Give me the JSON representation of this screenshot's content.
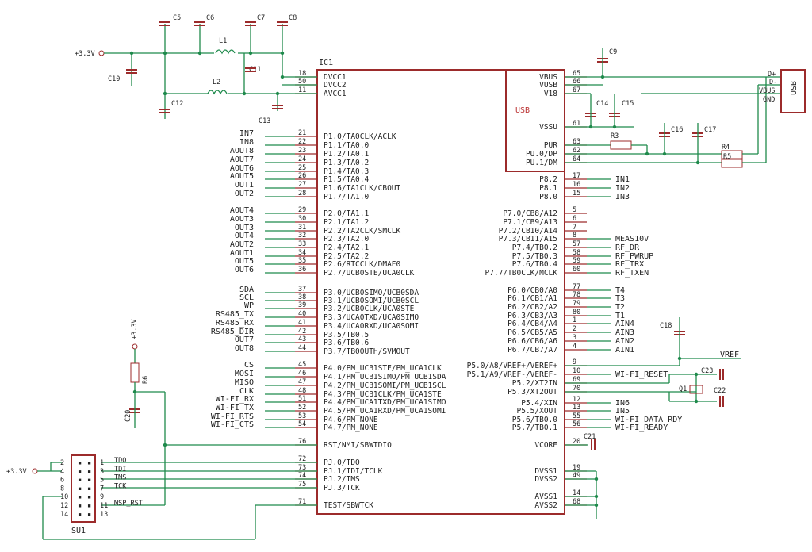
{
  "ic1": {
    "ref": "IC1",
    "usb_block": "USB",
    "left_pins": [
      {
        "pin": "18",
        "name": "DVCC1",
        "net": ""
      },
      {
        "pin": "50",
        "name": "DVCC2",
        "net": ""
      },
      {
        "pin": "11",
        "name": "AVCC1",
        "net": ""
      },
      {
        "pin": "21",
        "name": "P1.0/TA0CLK/ACLK",
        "net": "IN7"
      },
      {
        "pin": "22",
        "name": "P1.1/TA0.0",
        "net": "IN8"
      },
      {
        "pin": "23",
        "name": "P1.2/TA0.1",
        "net": "AOUT8"
      },
      {
        "pin": "24",
        "name": "P1.3/TA0.2",
        "net": "AOUT7"
      },
      {
        "pin": "25",
        "name": "P1.4/TA0.3",
        "net": "AOUT6"
      },
      {
        "pin": "26",
        "name": "P1.5/TA0.4",
        "net": "AOUT5"
      },
      {
        "pin": "27",
        "name": "P1.6/TA1CLK/CBOUT",
        "net": "OUT1"
      },
      {
        "pin": "28",
        "name": "P1.7/TA1.0",
        "net": "OUT2"
      },
      {
        "pin": "29",
        "name": "P2.0/TA1.1",
        "net": "AOUT4"
      },
      {
        "pin": "30",
        "name": "P2.1/TA1.2",
        "net": "AOUT3"
      },
      {
        "pin": "31",
        "name": "P2.2/TA2CLK/SMCLK",
        "net": "OUT3"
      },
      {
        "pin": "32",
        "name": "P2.3/TA2.0",
        "net": "OUT4"
      },
      {
        "pin": "33",
        "name": "P2.4/TA2.1",
        "net": "AOUT2"
      },
      {
        "pin": "34",
        "name": "P2.5/TA2.2",
        "net": "AOUT1"
      },
      {
        "pin": "35",
        "name": "P2.6/RTCCLK/DMAE0",
        "net": "OUT5"
      },
      {
        "pin": "36",
        "name": "P2.7/UCB0STE/UCA0CLK",
        "net": "OUT6"
      },
      {
        "pin": "37",
        "name": "P3.0/UCB0SIMO/UCB0SDA",
        "net": "SDA"
      },
      {
        "pin": "38",
        "name": "P3.1/UCB0SOMI/UCB0SCL",
        "net": "SCL"
      },
      {
        "pin": "39",
        "name": "P3.2/UCB0CLK/UCA0STE",
        "net": "WP"
      },
      {
        "pin": "40",
        "name": "P3.3/UCA0TXD/UCA0SIMO",
        "net": "RS485_TX"
      },
      {
        "pin": "41",
        "name": "P3.4/UCA0RXD/UCA0SOMI",
        "net": "RS485_RX"
      },
      {
        "pin": "42",
        "name": "P3.5/TB0.5",
        "net": "RS485_DIR"
      },
      {
        "pin": "43",
        "name": "P3.6/TB0.6",
        "net": "OUT7"
      },
      {
        "pin": "44",
        "name": "P3.7/TB0OUTH/SVMOUT",
        "net": "OUT8"
      },
      {
        "pin": "45",
        "name": "P4.0/PM_UCB1STE/PM_UCA1CLK",
        "net": "CS"
      },
      {
        "pin": "46",
        "name": "P4.1/PM_UCB1SIMO/PM_UCB1SDA",
        "net": "MOSI"
      },
      {
        "pin": "47",
        "name": "P4.2/PM_UCB1SOMI/PM_UCB1SCL",
        "net": "MISO"
      },
      {
        "pin": "48",
        "name": "P4.3/PM_UCB1CLK/PM_UCA1STE",
        "net": "CLK"
      },
      {
        "pin": "51",
        "name": "P4.4/PM_UCA1TXD/PM_UCA1SIMO",
        "net": "WI-FI_RX"
      },
      {
        "pin": "52",
        "name": "P4.5/PM_UCA1RXD/PM_UCA1SOMI",
        "net": "WI-FI_TX"
      },
      {
        "pin": "53",
        "name": "P4.6/PM_NONE",
        "net": "WI-FI_RTS"
      },
      {
        "pin": "54",
        "name": "P4.7/PM_NONE",
        "net": "WI-FI_CTS"
      },
      {
        "pin": "76",
        "name": "RST/NMI/SBWTDIO",
        "net": ""
      },
      {
        "pin": "72",
        "name": "PJ.0/TDO",
        "net": ""
      },
      {
        "pin": "73",
        "name": "PJ.1/TDI/TCLK",
        "net": ""
      },
      {
        "pin": "74",
        "name": "PJ.2/TMS",
        "net": ""
      },
      {
        "pin": "75",
        "name": "PJ.3/TCK",
        "net": ""
      },
      {
        "pin": "71",
        "name": "TEST/SBWTCK",
        "net": ""
      }
    ],
    "right_pins": [
      {
        "pin": "65",
        "name": "VBUS",
        "net": ""
      },
      {
        "pin": "66",
        "name": "VUSB",
        "net": ""
      },
      {
        "pin": "67",
        "name": "V18",
        "net": ""
      },
      {
        "pin": "61",
        "name": "VSSU",
        "net": ""
      },
      {
        "pin": "63",
        "name": "PUR",
        "net": ""
      },
      {
        "pin": "62",
        "name": "PU.0/DP",
        "net": ""
      },
      {
        "pin": "64",
        "name": "PU.1/DM",
        "net": ""
      },
      {
        "pin": "17",
        "name": "P8.2",
        "net": "IN1"
      },
      {
        "pin": "16",
        "name": "P8.1",
        "net": "IN2"
      },
      {
        "pin": "15",
        "name": "P8.0",
        "net": "IN3"
      },
      {
        "pin": "5",
        "name": "P7.0/CB8/A12",
        "net": ""
      },
      {
        "pin": "6",
        "name": "P7.1/CB9/A13",
        "net": ""
      },
      {
        "pin": "7",
        "name": "P7.2/CB10/A14",
        "net": ""
      },
      {
        "pin": "8",
        "name": "P7.3/CB11/A15",
        "net": "MEAS10V"
      },
      {
        "pin": "57",
        "name": "P7.4/TB0.2",
        "net": "RF_DR"
      },
      {
        "pin": "58",
        "name": "P7.5/TB0.3",
        "net": "RF_PWRUP"
      },
      {
        "pin": "59",
        "name": "P7.6/TB0.4",
        "net": "RF_TRX"
      },
      {
        "pin": "60",
        "name": "P7.7/TB0CLK/MCLK",
        "net": "RF_TXEN"
      },
      {
        "pin": "77",
        "name": "P6.0/CB0/A0",
        "net": "T4"
      },
      {
        "pin": "78",
        "name": "P6.1/CB1/A1",
        "net": "T3"
      },
      {
        "pin": "79",
        "name": "P6.2/CB2/A2",
        "net": "T2"
      },
      {
        "pin": "80",
        "name": "P6.3/CB3/A3",
        "net": "T1"
      },
      {
        "pin": "1",
        "name": "P6.4/CB4/A4",
        "net": "AIN4"
      },
      {
        "pin": "2",
        "name": "P6.5/CB5/A5",
        "net": "AIN3"
      },
      {
        "pin": "3",
        "name": "P6.6/CB6/A6",
        "net": "AIN2"
      },
      {
        "pin": "4",
        "name": "P6.7/CB7/A7",
        "net": "AIN1"
      },
      {
        "pin": "9",
        "name": "P5.0/A8/VREF+/VEREF+",
        "net": ""
      },
      {
        "pin": "10",
        "name": "P5.1/A9/VREF-/VEREF-",
        "net": "WI-FI_RESET"
      },
      {
        "pin": "69",
        "name": "P5.2/XT2IN",
        "net": ""
      },
      {
        "pin": "70",
        "name": "P5.3/XT2OUT",
        "net": ""
      },
      {
        "pin": "12",
        "name": "P5.4/XIN",
        "net": "IN6"
      },
      {
        "pin": "13",
        "name": "P5.5/XOUT",
        "net": "IN5"
      },
      {
        "pin": "55",
        "name": "P5.6/TB0.0",
        "net": "WI-FI_DATA_RDY"
      },
      {
        "pin": "56",
        "name": "P5.7/TB0.1",
        "net": "WI-FI_READY"
      },
      {
        "pin": "20",
        "name": "VCORE",
        "net": ""
      },
      {
        "pin": "19",
        "name": "DVSS1",
        "net": ""
      },
      {
        "pin": "49",
        "name": "DVSS2",
        "net": ""
      },
      {
        "pin": "14",
        "name": "AVSS1",
        "net": ""
      },
      {
        "pin": "68",
        "name": "AVSS2",
        "net": ""
      }
    ]
  },
  "power": {
    "supply1": "+3.3V",
    "supply2": "+3.3V",
    "supply3": "+3.3V"
  },
  "parts": {
    "c5": "C5",
    "c6": "C6",
    "c7": "C7",
    "c8": "C8",
    "c9": "C9",
    "c10": "C10",
    "c11": "C11",
    "c12": "C12",
    "c13": "C13",
    "c14": "C14",
    "c15": "C15",
    "c16": "C16",
    "c17": "C17",
    "c18": "C18",
    "c20": "C20",
    "c21": "C21",
    "c22": "C22",
    "c23": "C23",
    "l1": "L1",
    "l2": "L2",
    "r3": "R3",
    "r4": "R4",
    "r5": "R5",
    "r6": "R6",
    "q1": "Q1",
    "vref": "VREF",
    "usb": "USB",
    "usb_pins": [
      "D+",
      "D-",
      "VBUS",
      "GND"
    ]
  },
  "su1": {
    "ref": "SU1",
    "left_pins": [
      "2",
      "4",
      "6",
      "8",
      "10",
      "12",
      "14"
    ],
    "right_pins": [
      "1",
      "3",
      "5",
      "7",
      "9",
      "11",
      "13"
    ],
    "signals": [
      "TDO",
      "TDI",
      "TMS",
      "TCK",
      "",
      "MSP_RST",
      ""
    ]
  }
}
